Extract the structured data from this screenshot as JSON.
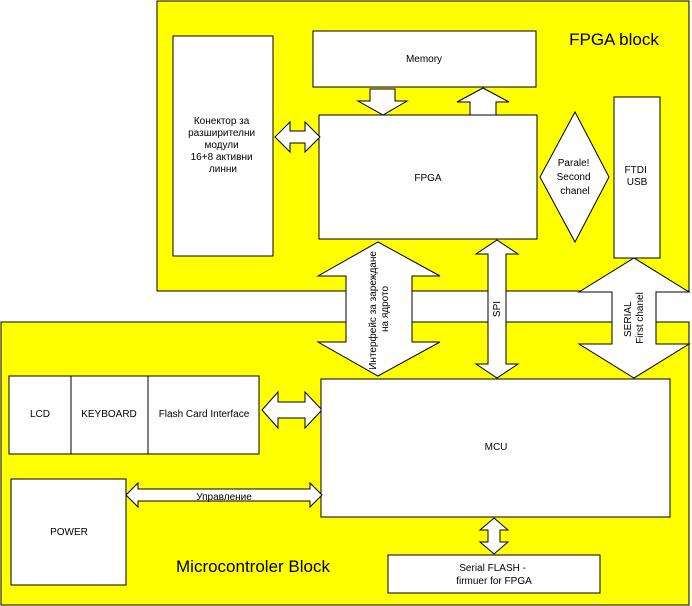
{
  "colors": {
    "block_fill": "#ffff00",
    "box_fill": "#ffffff",
    "stroke": "#000000"
  },
  "fpga_block": {
    "title": "FPGA block",
    "connector_lines": [
      "Конектор за",
      "разширителни",
      "модули",
      "16+8 активни",
      "линни"
    ],
    "memory": "Memory",
    "fpga": "FPGA",
    "ftdi_lines": [
      "FTDI",
      "USB"
    ],
    "parallel_lines": [
      "Parale!",
      "Second",
      "chanel"
    ]
  },
  "mcu_block": {
    "title": "Microcontroler Block",
    "lcd": "LCD",
    "keyboard": "KEYBOARD",
    "flash_card": "Flash Card Interface",
    "mcu": "MCU",
    "power": "POWER",
    "serial_flash_lines": [
      "Serial FLASH -",
      "firmuer for FPGA"
    ]
  },
  "links": {
    "core_load_lines": [
      "Интерфейс за зареждане",
      "на ядрото"
    ],
    "spi": "SPI",
    "serial_lines": [
      "SERIAL",
      "First chanel"
    ],
    "control": "Управление"
  }
}
